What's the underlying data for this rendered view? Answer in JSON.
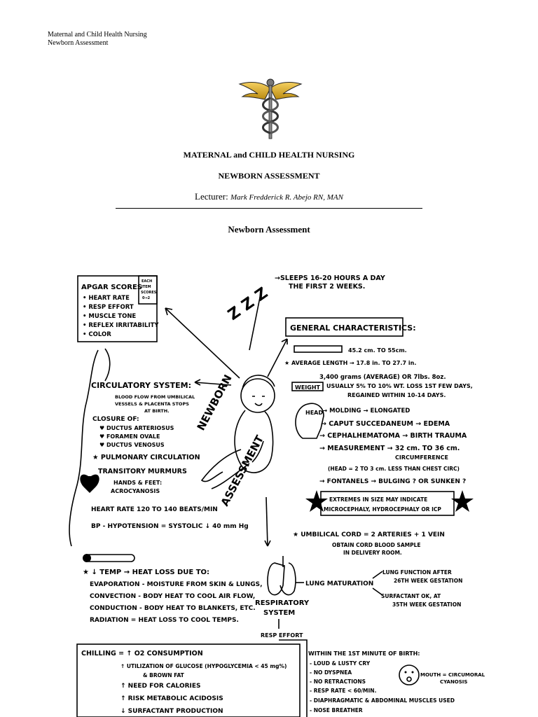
{
  "header": {
    "line1": "Maternal and Child Health Nursing",
    "line2": "Newborn Assessment"
  },
  "title": "MATERNAL and CHILD HEALTH NURSING",
  "subtitle": "NEWBORN ASSESSMENT",
  "lecturer_label": "Lecturer:",
  "lecturer_name": "Mark Fredderick R. Abejo RN, MAN",
  "section_title": "Newborn Assessment",
  "logo_icon": "caduceus-icon",
  "concept_map": {
    "center": "NEWBORN",
    "center2": "ASSESSMENT",
    "zzz": "Z Z Z",
    "sleep": [
      "→SLEEPS 16-20 HOURS A DAY",
      "THE FIRST 2 WEEKS."
    ],
    "apgar": {
      "title": "APGAR SCORES",
      "items": [
        "• HEART RATE",
        "• RESP EFFORT",
        "• MUSCLE TONE",
        "• REFLEX IRRITABILITY",
        "• COLOR"
      ],
      "note": [
        "EACH",
        "ITEM",
        "SCORES",
        "0→2"
      ]
    },
    "general": {
      "title": "GENERAL CHARACTERISTICS:",
      "length": "★ AVERAGE LENGTH → 17.8 in. TO 27.7 in.",
      "length_cm": "45.2 cm. TO 55cm.",
      "weight_badge": "WEIGHT",
      "weight1": "3,400 grams (AVERAGE) OR 7lbs. 8oz.",
      "weight2": "USUALLY 5% TO 10% WT. LOSS 1ST FEW DAYS,",
      "weight3": "REGAINED WITHIN 10-14 DAYS.",
      "head_badge": "HEAD",
      "head_items": [
        "→ MOLDING → ELONGATED",
        "→ CAPUT SUCCEDANEUM → EDEMA",
        "→ CEPHALHEMATOMA → BIRTH TRAUMA",
        "→ MEASUREMENT → 32 cm. TO 36 cm.",
        "CIRCUMFERENCE",
        "(HEAD = 2 TO 3 cm. LESS THAN CHEST CIRC)",
        "→ FONTANELS → BULGING ? OR SUNKEN ?"
      ],
      "extremes": [
        "EXTREMES IN SIZE MAY INDICATE",
        "MICROCEPHALY, HYDROCEPHALY OR ICP"
      ]
    },
    "umbilical": [
      "★ UMBILICAL CORD = 2 ARTERIES + 1 VEIN",
      "OBTAIN CORD BLOOD SAMPLE",
      "IN DELIVERY ROOM."
    ],
    "circulatory": {
      "title": "CIRCULATORY SYSTEM:",
      "desc": [
        "BLOOD FLOW FROM UMBILICAL",
        "VESSELS & PLACENTA STOPS",
        "AT BIRTH."
      ],
      "closure": "CLOSURE OF:",
      "closure_items": [
        "♥ DUCTUS ARTERIOSUS",
        "♥ FORAMEN OVALE",
        "♥ DUCTUS VENOSUS"
      ],
      "items": [
        "★ PULMONARY CIRCULATION",
        "TRANSITORY MURMURS",
        "HANDS & FEET:",
        "ACROCYANOSIS",
        "HEART RATE 120 TO 140 BEATS/MIN",
        "BP - HYPOTENSION = SYSTOLIC ↓ 40 mm Hg"
      ]
    },
    "temp": [
      "★ ↓ TEMP → HEAT LOSS DUE TO:",
      "EVAPORATION - MOISTURE FROM SKIN & LUNGS,",
      "CONVECTION - BODY HEAT TO COOL AIR FLOW,",
      "CONDUCTION - BODY HEAT TO BLANKETS, ETC.",
      "RADIATION = HEAT LOSS TO COOL TEMPS."
    ],
    "respiratory": {
      "title": [
        "RESPIRATORY",
        "SYSTEM"
      ],
      "maturation": "LUNG MATURATION",
      "lung1": [
        "LUNG FUNCTION AFTER",
        "26TH WEEK GESTATION"
      ],
      "lung2": [
        "SURFACTANT OK, AT",
        "35TH WEEK GESTATION"
      ],
      "effort": "RESP EFFORT"
    },
    "chilling": [
      "CHILLING = ↑ O2 CONSUMPTION",
      "↑ UTILIZATION OF GLUCOSE (HYPOGLYCEMIA < 45 mg%)",
      "& BROWN FAT",
      "↑ NEED FOR CALORIES",
      "↑ RISK METABOLIC ACIDOSIS",
      "↓ SURFACTANT PRODUCTION"
    ],
    "first_minute": [
      "WITHIN THE 1ST MINUTE OF BIRTH:",
      "- LOUD & LUSTY CRY",
      "- NO DYSPNEA",
      "- NO RETRACTIONS",
      "- RESP RATE < 60/MIN.",
      "- DIAPHRAGMATIC & ABDOMINAL MUSCLES USED",
      "- NOSE BREATHER"
    ],
    "mouth": [
      "MOUTH = CIRCUMORAL",
      "CYANOSIS"
    ]
  }
}
